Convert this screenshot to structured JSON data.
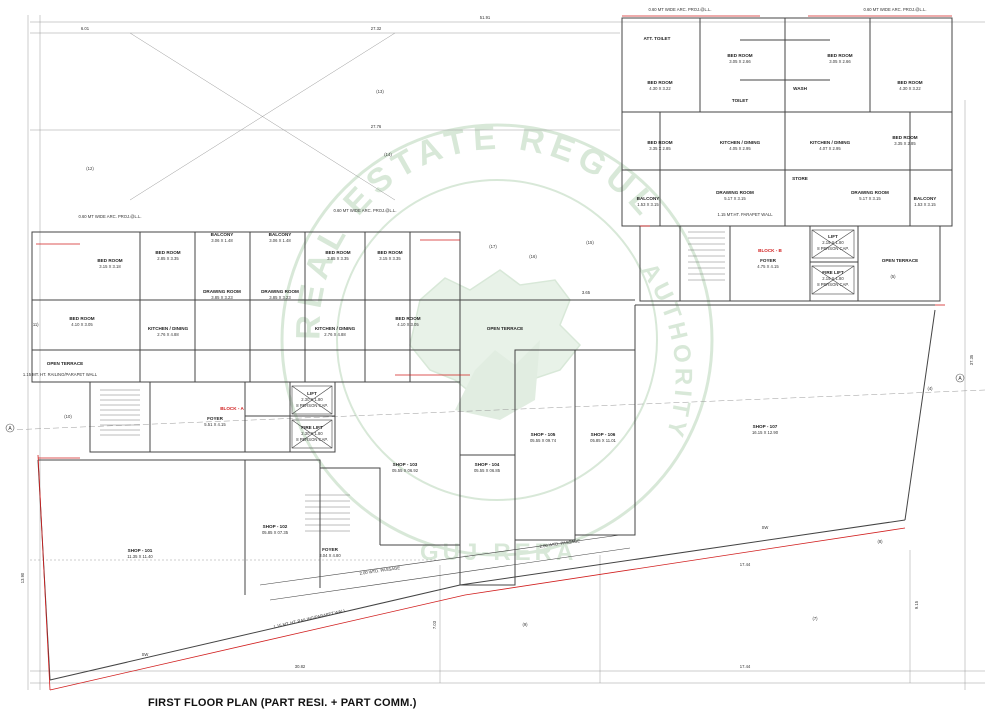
{
  "title": "FIRST FLOOR PLAN (PART RESI. + PART COMM.)",
  "watermark": {
    "top_arc": "REAL ESTATE REGULATORY",
    "right_arc": "AUTHORITY",
    "bottom": "GUJ-RERA",
    "color": "#b9d6b9"
  },
  "colors": {
    "line": "#444444",
    "accent": "#d11f1f",
    "grid": "#9a9a9a"
  },
  "labels": {
    "block_a": "BLOCK - A",
    "block_b": "BLOCK - B",
    "open_terrace_right": "OPEN TERRACE",
    "open_terrace_mid": "OPEN TERRACE",
    "open_terrace_left": "OPEN TERRACE",
    "foyer_a": "FOYER",
    "foyer_a_size": "5.51 X 4.15",
    "foyer_b": "FOYER",
    "foyer_b_size": "4.75 X 4.15",
    "foyer_c": "FOYER",
    "foyer_c_size": "3.04 X 4.80",
    "lift_a": "LIFT",
    "lift_a_size": "2.30 X 1.80",
    "lift_a_cap": "8 PERSON CAP.",
    "fire_lift_a": "FIRE LIFT",
    "fire_lift_a_size": "2.30 X 1.80",
    "fire_lift_a_cap": "8 PERSON CAP.",
    "lift_b": "LIFT",
    "lift_b_size": "2.15 X 1.80",
    "lift_b_cap": "8 PERSON CAP.",
    "fire_lift_b": "FIRE LIFT",
    "fire_lift_b_size": "2.15 X 1.80",
    "fire_lift_b_cap": "8 PERSON CAP.",
    "shop_101": "SHOP - 101",
    "shop_101_size": "11.35 X 11.40",
    "shop_102": "SHOP - 102",
    "shop_102_size": "05.85 X 07.35",
    "shop_103": "SHOP - 103",
    "shop_103_size": "05.55 X 06.92",
    "shop_104": "SHOP - 104",
    "shop_104_size": "05.55 X 06.85",
    "shop_105": "SHOP - 105",
    "shop_105_size": "05.55 X 09.74",
    "shop_106": "SHOP - 106",
    "shop_106_size": "05.85 X 11.01",
    "shop_107": "SHOP - 107",
    "shop_107_size": "16.15 X 12.90",
    "passage_1": "2.00 WTD. PASSAGE",
    "passage_2": "2.00 WTD. PASSAGE",
    "railing_1": "1.15 MT. HT. RAILING/PARAPET WALL",
    "railing_2": "1.15 MT. HT. RAILING/PARAPET WALL",
    "proj_1": "0.60 MT WIDE ARC. PROJ.@L.L.",
    "proj_2": "0.60 MT WIDE ARC. PROJ.@L.L.",
    "proj_3": "0.60 MT WIDE ARC. PROJ.@L.L.",
    "proj_4": "0.60 MT WIDE ARC. PROJ.@L.L.",
    "bed_a1": "BED ROOM",
    "bed_a1_size": "3.15 X 3.18",
    "bed_a2": "BED ROOM",
    "bed_a2_size": "2.85 X 3.35",
    "bed_a3": "BED ROOM",
    "bed_a3_size": "3.85 X 3.35",
    "bed_a4": "BED ROOM",
    "bed_a4_size": "3.15 X 3.35",
    "bed_a5": "BED ROOM",
    "bed_a5_size": "4.10 X 3.05",
    "bed_a6": "BED ROOM",
    "bed_a6_size": "4.10 X 3.05",
    "drawing_a1": "DRAWING ROOM",
    "drawing_a1_size": "3.85 X 3.23",
    "drawing_a2": "DRAWING ROOM",
    "drawing_a2_size": "3.85 X 3.23",
    "kitchen_a1": "KITCHEN / DINING",
    "kitchen_a1_size": "2.76 X 4.88",
    "kitchen_a2": "KITCHEN / DINING",
    "kitchen_a2_size": "2.76 X 4.88",
    "balcony_a1": "BALCONY",
    "balcony_a1_size": "3.06 X 1.48",
    "balcony_a2": "BALCONY",
    "balcony_a2_size": "3.06 X 1.48",
    "bed_b1": "BED ROOM",
    "bed_b1_size": "4.30 X 3.22",
    "bed_b2": "BED ROOM",
    "bed_b2_size": "3.05 X 2.66",
    "bed_b3": "BED ROOM",
    "bed_b3_size": "3.05 X 2.66",
    "bed_b4": "BED ROOM",
    "bed_b4_size": "4.30 X 3.22",
    "bed_b5": "BED ROOM",
    "bed_b5_size": "3.35 X 2.85",
    "bed_b6": "BED ROOM",
    "bed_b6_size": "3.35 X 2.85",
    "kitchen_b1": "KITCHEN / DINING",
    "kitchen_b1_size": "4.05 X 2.95",
    "kitchen_b2": "KITCHEN / DINING",
    "kitchen_b2_size": "4.07 X 2.95",
    "drawing_b1": "DRAWING ROOM",
    "drawing_b1_size": "5.17 X 3.15",
    "drawing_b2": "DRAWING ROOM",
    "drawing_b2_size": "5.17 X 3.15",
    "balcony_b1": "BALCONY",
    "balcony_b1_size": "1.53 X 3.15",
    "balcony_b2": "BALCONY",
    "balcony_b2_size": "1.53 X 3.15",
    "toilet_b": "TOILET",
    "wash": "WASH",
    "store": "STORE",
    "att_toilet": "ATT. TOILET",
    "parapet": "1.15 MT.HT. PARAPET WALL",
    "dim_top": "51.91",
    "dim_bottom_a": "30.82",
    "dim_bottom_b": "17.44",
    "dim_mid_b": "17.44",
    "dim_27_32": "27.32",
    "dim_27_76": "27.76",
    "dim_left": "13.90",
    "dim_right": "37.35",
    "dim_6_01": "6.01",
    "dim_7_03": "7.03",
    "dim_9_15": "9.15",
    "dim_3_65": "3.65",
    "area_15": "(15)",
    "area_14": "(14)",
    "area_13": "(13)",
    "area_12": "(12)",
    "area_9": "(9)",
    "area_7": "(7)",
    "area_8": "(8)",
    "area_5": "(5)",
    "area_4": "(4)",
    "area_17": "(17)",
    "area_16": "(16)",
    "area_10": "(10)",
    "area_11": "(11)",
    "grid_a": "A",
    "sw": "SW"
  }
}
